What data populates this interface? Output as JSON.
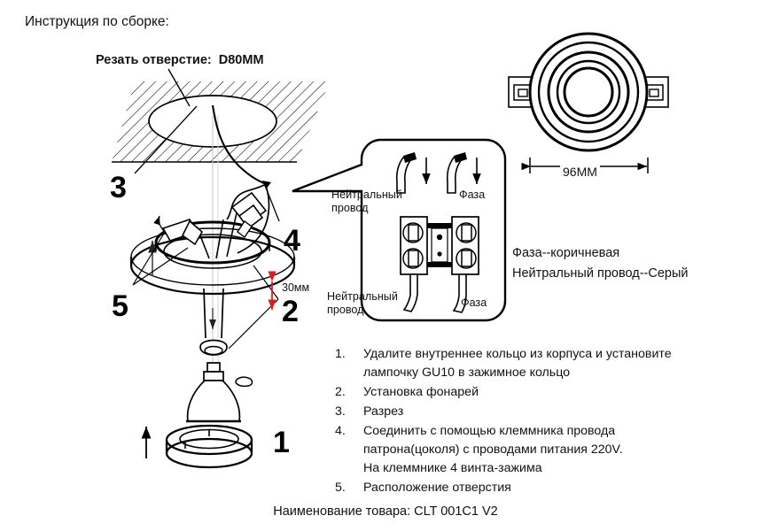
{
  "title": "Инструкция по сборке:",
  "product_label": "Наименование товара: CLT 001C1 V2",
  "ceiling": {
    "cut_label": "Резать отверстие:  D80MM"
  },
  "markers": {
    "one": "1",
    "two": "2",
    "three": "3",
    "four": "4",
    "five": "5"
  },
  "dimensions": {
    "depth": "30мм",
    "diameter": "96MM",
    "arrow_color": "#e01b1b"
  },
  "callout": {
    "neutral_top": "Нейтральный\nпровод",
    "phase_top": "Фаза",
    "neutral_bottom": "Нейтральный\nпровод",
    "phase_bottom": "Фаза"
  },
  "legend": {
    "line1": "Фаза--коричневая",
    "line2": "Нейтральный провод--Серый"
  },
  "steps": [
    {
      "num": "1.",
      "lines": [
        "Удалите внутреннее кольцо из корпуса и установите",
        "лампочку GU10 в зажимное кольцо"
      ]
    },
    {
      "num": "2.",
      "lines": [
        "Установка фонарей"
      ]
    },
    {
      "num": "3.",
      "lines": [
        "Разрез"
      ]
    },
    {
      "num": "4.",
      "lines": [
        "Соединить с помощью клеммника провода",
        "патрона(цоколя) с проводами питания 220V.",
        "На клеммнике 4 винта-зажима"
      ]
    },
    {
      "num": "5.",
      "lines": [
        "Расположение отверстия"
      ]
    }
  ],
  "colors": {
    "ink": "#000000",
    "background": "#ffffff",
    "text": "#111111"
  }
}
